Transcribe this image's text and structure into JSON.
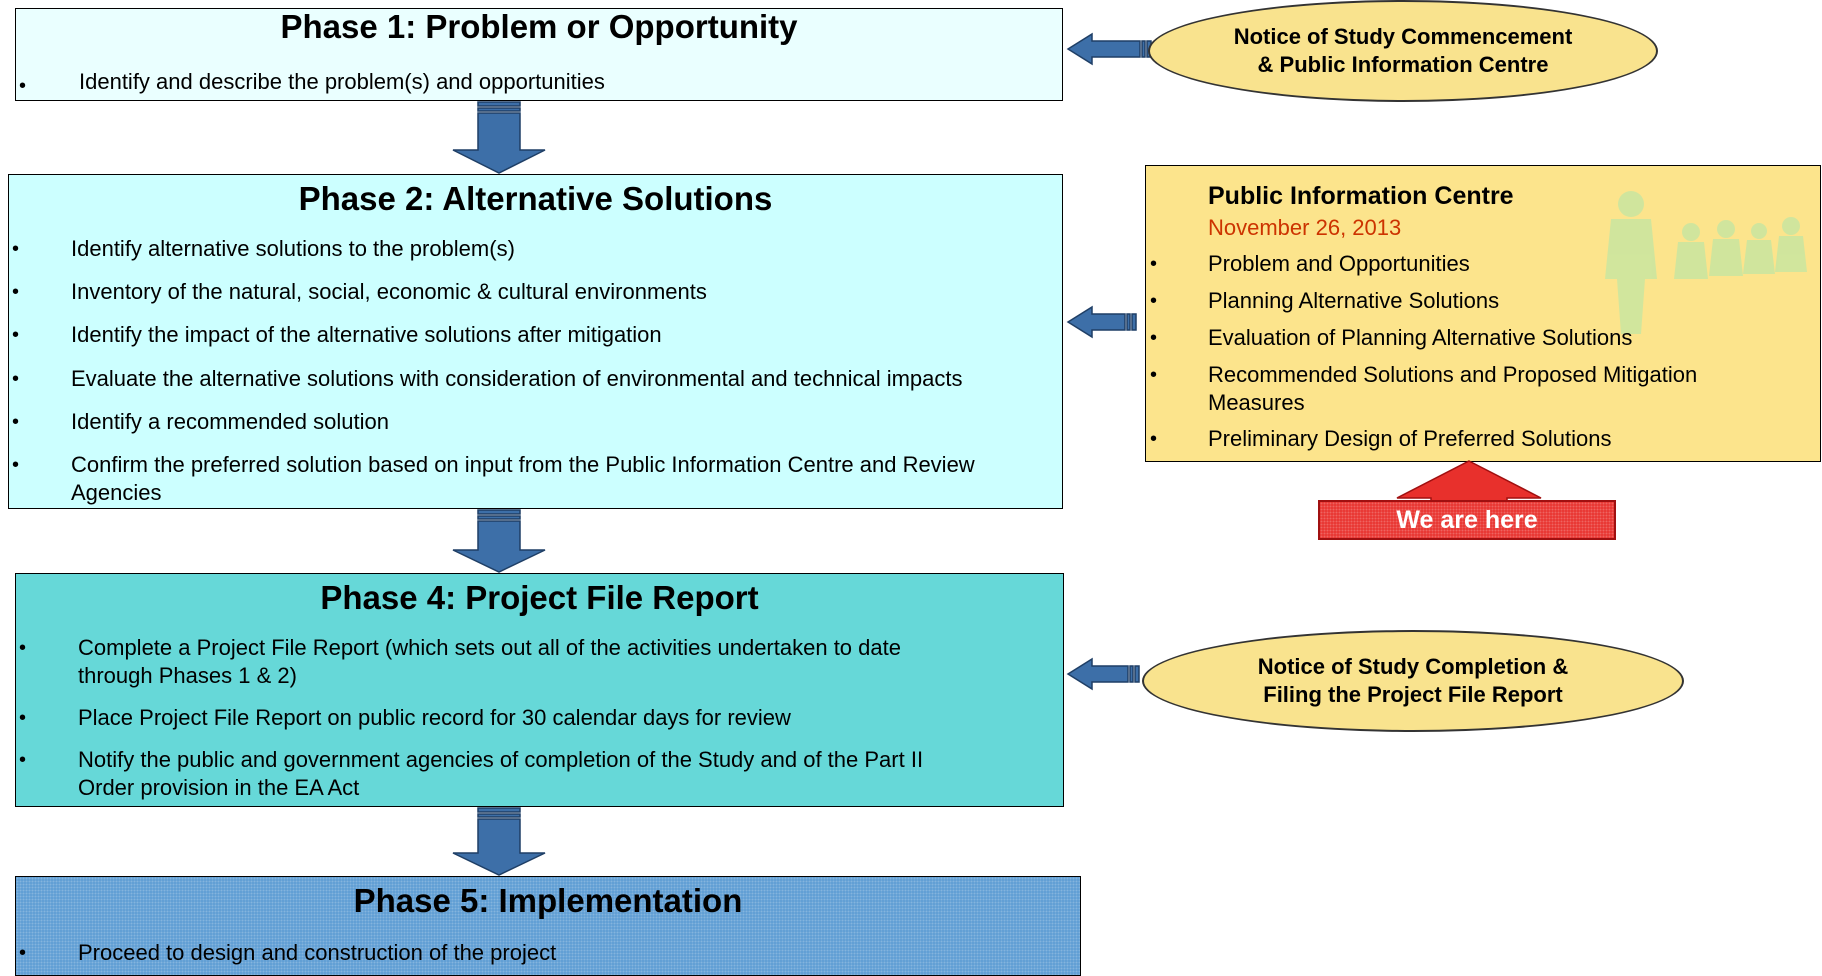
{
  "phase1": {
    "title": "Phase 1:  Problem or Opportunity",
    "bullets": [
      "Identify and describe the problem(s) and opportunities"
    ]
  },
  "phase2": {
    "title": "Phase 2:  Alternative Solutions",
    "bullets": [
      "Identify alternative solutions to the problem(s)",
      "Inventory of the natural, social, economic & cultural environments",
      "Identify the impact of the alternative solutions after mitigation",
      "Evaluate the alternative solutions with consideration of environmental and technical impacts",
      "Identify a recommended solution",
      "Confirm the preferred solution based on input from the Public Information Centre and Review",
      "Agencies"
    ]
  },
  "phase4": {
    "title": "Phase 4:  Project File Report",
    "bullets": [
      "Complete a Project File Report (which sets out all of the activities undertaken to date",
      "through Phases 1 & 2)",
      "Place Project File Report on public record for 30 calendar days for review",
      "Notify the public and government agencies of completion of the Study and of the Part II",
      "Order provision in the EA Act"
    ]
  },
  "phase5": {
    "title": "Phase 5:  Implementation",
    "bullets": [
      "Proceed to design and construction of the project"
    ]
  },
  "notice_commencement": {
    "line1": "Notice of Study Commencement",
    "line2": "& Public Information Centre"
  },
  "notice_completion": {
    "line1": "Notice of Study Completion &",
    "line2": "Filing the Project File Report"
  },
  "pic": {
    "title": "Public Information Centre",
    "date": "November 26, 2013",
    "items": [
      "Problem and Opportunities",
      "Planning Alternative Solutions",
      "Evaluation of Planning Alternative Solutions",
      "Recommended Solutions and Proposed Mitigation",
      "Measures",
      "Preliminary Design of Preferred Solutions"
    ]
  },
  "we_are_here": "We are here",
  "bullet_char": "•",
  "colors": {
    "phase1": "#eaffff",
    "phase2": "#ccffff",
    "phase4": "#66d8d8",
    "phase5": "#5b9bd3",
    "arrow": "#3d6fa8",
    "notice": "#f9e38e",
    "pic": "#fce48c",
    "here": "#e8302c",
    "date": "#cc3300"
  }
}
